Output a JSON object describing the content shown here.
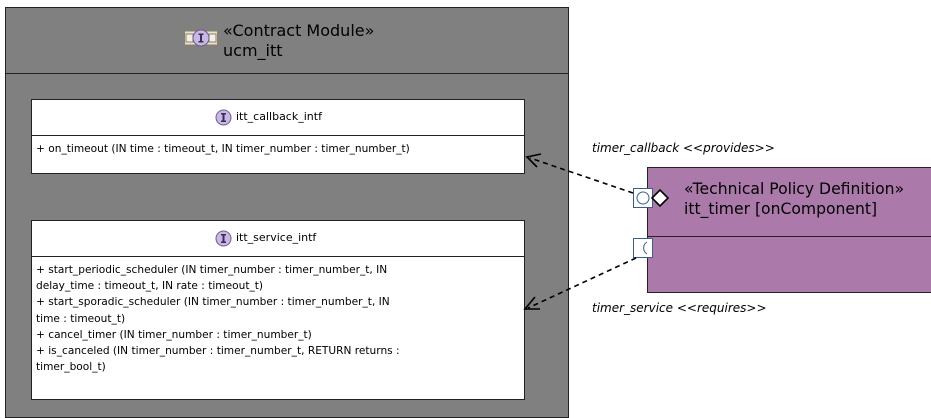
{
  "contract_module": {
    "stereotype": "«Contract Module»",
    "name": "ucm_itt",
    "icon": "interface-module-icon",
    "fill_color": "#808080"
  },
  "interfaces": [
    {
      "name": "itt_callback_intf",
      "icon": "interface-icon",
      "operations": [
        "+ on_timeout (IN time : timeout_t, IN timer_number : timer_number_t)"
      ]
    },
    {
      "name": "itt_service_intf",
      "icon": "interface-icon",
      "operations": [
        "+ start_periodic_scheduler (IN timer_number : timer_number_t, IN",
        "delay_time : timeout_t, IN rate : timeout_t)",
        "+ start_sporadic_scheduler (IN timer_number : timer_number_t, IN",
        "time : timeout_t)",
        "+ cancel_timer (IN timer_number : timer_number_t)",
        "+ is_canceled (IN timer_number : timer_number_t, RETURN returns :",
        "timer_bool_t)"
      ]
    }
  ],
  "technical_policy": {
    "stereotype": "«Technical Policy Definition»",
    "name": "itt_timer [onComponent]",
    "fill_color": "#ab7aab",
    "ports": [
      "provided-port-icon",
      "required-port-icon"
    ]
  },
  "connectors": [
    {
      "label": "timer_callback <<provides>>",
      "style": "dashed-arrow"
    },
    {
      "label": "timer_service <<requires>>",
      "style": "dashed-arrow"
    }
  ]
}
